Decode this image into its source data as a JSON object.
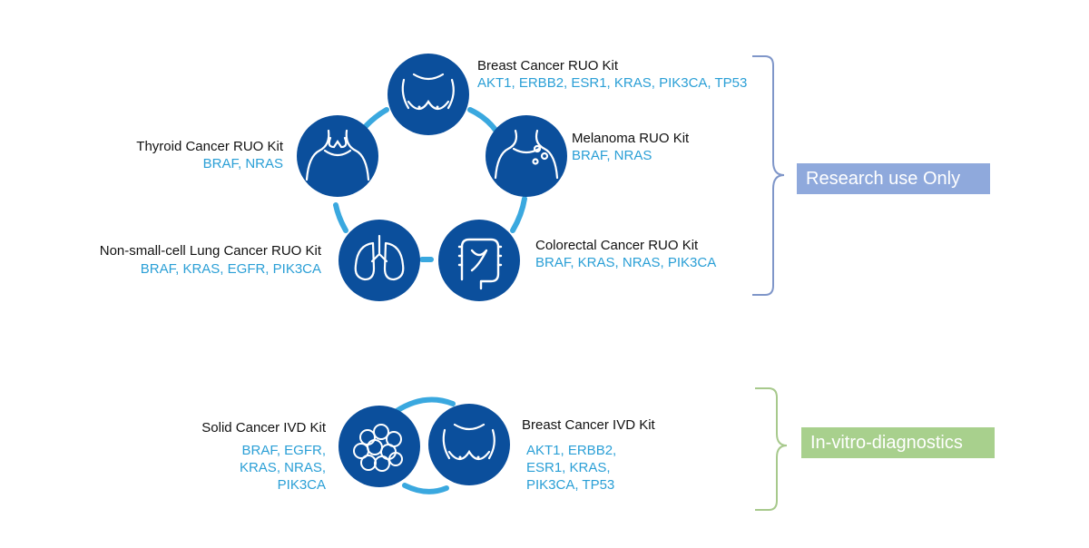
{
  "colors": {
    "circle": "#0b4f9c",
    "connector": "#3aa8df",
    "gene_text": "#2a9fd6",
    "ruo_bracket": "#7f96c9",
    "ruo_badge": "#8fa9dc",
    "ivd_bracket": "#a7c98c",
    "ivd_badge": "#a8d08d"
  },
  "ruo": {
    "badge": "Research use Only",
    "kits": [
      {
        "name": "Breast Cancer RUO Kit",
        "genes": "AKT1, ERBB2, ESR1, KRAS, PIK3CA, TP53",
        "icon": "breast-icon"
      },
      {
        "name": "Melanoma RUO Kit",
        "genes": "BRAF, NRAS",
        "icon": "melanoma-icon"
      },
      {
        "name": "Colorectal Cancer RUO Kit",
        "genes": "BRAF, KRAS, NRAS, PIK3CA",
        "icon": "colon-icon"
      },
      {
        "name": "Non-small-cell Lung Cancer RUO Kit",
        "genes": "BRAF, KRAS, EGFR, PIK3CA",
        "icon": "lungs-icon"
      },
      {
        "name": "Thyroid Cancer RUO Kit",
        "genes": "BRAF, NRAS",
        "icon": "thyroid-icon"
      }
    ]
  },
  "ivd": {
    "badge": "In-vitro-diagnostics",
    "kits": [
      {
        "name": "Solid Cancer IVD Kit",
        "genes": [
          "BRAF, EGFR,",
          "KRAS, NRAS,",
          "PIK3CA"
        ],
        "icon": "cell-cluster-icon"
      },
      {
        "name": "Breast Cancer IVD Kit",
        "genes": [
          "AKT1, ERBB2,",
          "ESR1, KRAS,",
          "PIK3CA, TP53"
        ],
        "icon": "breast-icon"
      }
    ]
  }
}
